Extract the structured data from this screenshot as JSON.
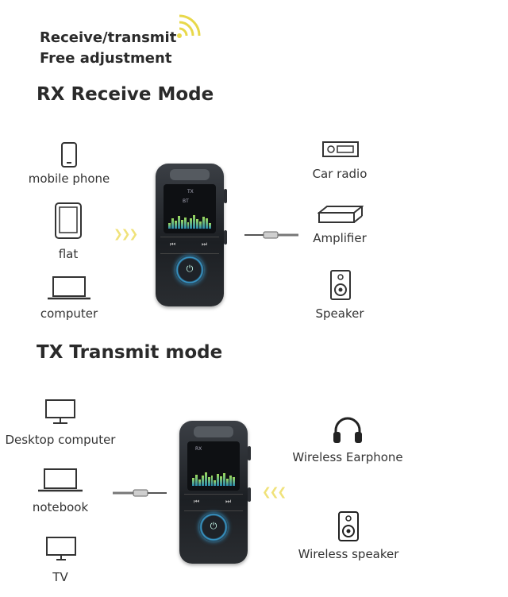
{
  "intro": {
    "line1": "Receive/transmit",
    "line2": "Free adjustment"
  },
  "rx": {
    "heading": "RX  Receive Mode",
    "sources": [
      "mobile phone",
      "flat",
      "computer"
    ],
    "outputs": [
      "Car radio",
      "Amplifier",
      "Speaker"
    ],
    "screen": {
      "mode": "TX",
      "label": "BT"
    }
  },
  "tx": {
    "heading": "TX  Transmit mode",
    "sources": [
      "Desktop computer",
      "notebook",
      "TV"
    ],
    "outputs": [
      "Wireless Earphone",
      "Wireless speaker"
    ],
    "screen": {
      "mode": "RX"
    }
  },
  "icons": [
    "wifi-signal-icon",
    "mobile-phone-icon",
    "tablet-icon",
    "laptop-icon",
    "car-radio-icon",
    "amplifier-icon",
    "speaker-icon",
    "aux-cable-icon",
    "desktop-monitor-icon",
    "notebook-icon",
    "tv-icon",
    "headphones-icon",
    "wireless-speaker-icon"
  ],
  "colors": {
    "accent_wave": "#f0e27a",
    "ring": "#3aa2d8"
  }
}
